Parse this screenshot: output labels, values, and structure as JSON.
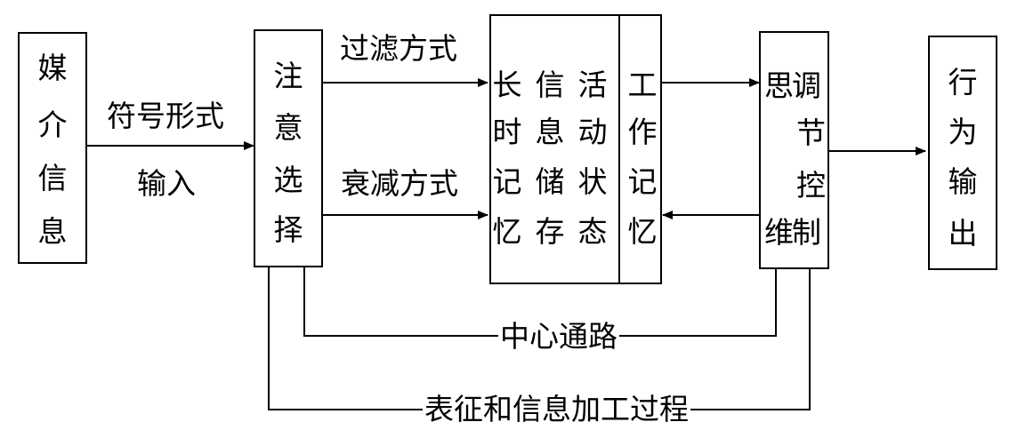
{
  "boxes": {
    "media": {
      "chars": [
        "媒",
        "介",
        "信",
        "息"
      ]
    },
    "attention": {
      "chars": [
        "注",
        "意",
        "选",
        "择"
      ]
    },
    "memory_grid": {
      "row1": [
        "长",
        "信",
        "活"
      ],
      "row2": [
        "时",
        "息",
        "动"
      ],
      "row3": [
        "记",
        "储",
        "状"
      ],
      "row4": [
        "忆",
        "存",
        "态"
      ]
    },
    "working_memory": {
      "chars": [
        "工",
        "作",
        "记",
        "忆"
      ]
    },
    "regulation": {
      "top": "思调",
      "jie": "节",
      "kong": "控",
      "bottom": "维制"
    },
    "output": {
      "chars": [
        "行",
        "为",
        "输",
        "出"
      ]
    }
  },
  "labels": {
    "symbol_form": "符号形式",
    "input": "输入",
    "filter_mode": "过滤方式",
    "decay_mode": "衰减方式",
    "central_path": "中心通路",
    "representation": "表征和信息加工过程"
  }
}
